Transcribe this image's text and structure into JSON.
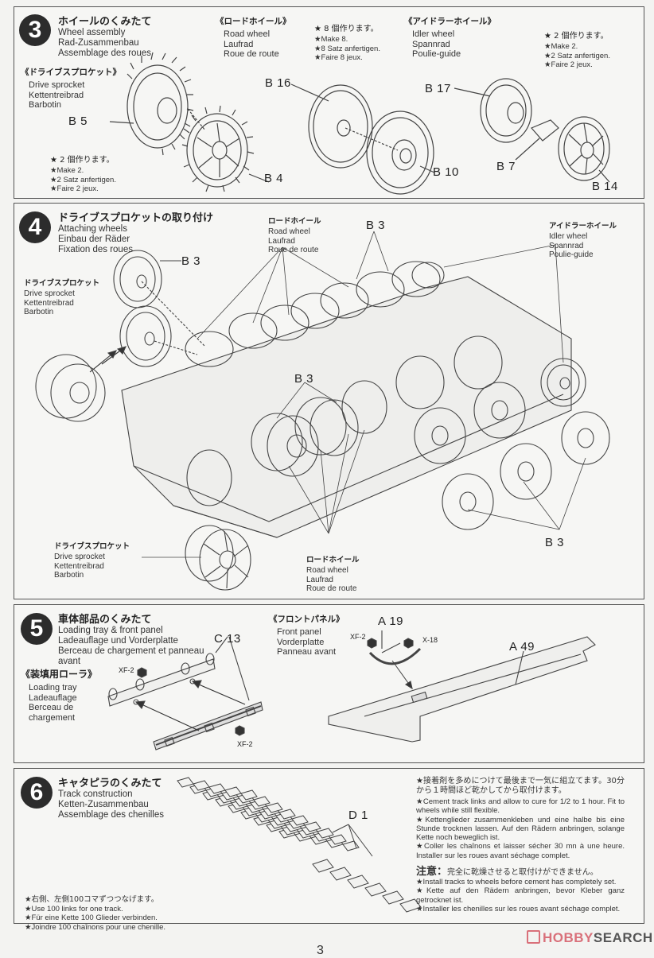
{
  "page_number": "3",
  "watermark": {
    "brand_a": "HOBBY",
    "brand_b": "SEARCH"
  },
  "steps": [
    {
      "number": "3",
      "title_jp": "ホイールのくみたて",
      "title_en": "Wheel assembly",
      "title_de": "Rad-Zusammenbau",
      "title_fr": "Assemblage des roues",
      "groups": {
        "drive_sprocket": {
          "jp": "《ドライブスプロケット》",
          "en": "Drive sprocket",
          "de": "Kettentreibrad",
          "fr": "Barbotin",
          "note_jp": "★ 2 個作ります。",
          "note_en": "★Make 2.",
          "note_de": "★2 Satz anfertigen.",
          "note_fr": "★Faire 2 jeux.",
          "parts": [
            "B 5",
            "B 4"
          ]
        },
        "road_wheel": {
          "jp": "《ロードホイール》",
          "en": "Road wheel",
          "de": "Laufrad",
          "fr": "Roue de route",
          "note_jp": "★ 8 個作ります。",
          "note_en": "★Make 8.",
          "note_de": "★8 Satz anfertigen.",
          "note_fr": "★Faire 8 jeux.",
          "parts": [
            "B 16",
            "B 10"
          ]
        },
        "idler_wheel": {
          "jp": "《アイドラーホイール》",
          "en": "Idler wheel",
          "de": "Spannrad",
          "fr": "Poulie-guide",
          "note_jp": "★ 2 個作ります。",
          "note_en": "★Make 2.",
          "note_de": "★2 Satz anfertigen.",
          "note_fr": "★Faire 2 jeux.",
          "parts": [
            "B 17",
            "B 7",
            "B 14"
          ]
        }
      }
    },
    {
      "number": "4",
      "title_jp": "ドライブスプロケットの取り付け",
      "title_en": "Attaching wheels",
      "title_de": "Einbau der Räder",
      "title_fr": "Fixation des roues",
      "labels": {
        "road_wheel_top": {
          "jp": "ロードホイール",
          "en": "Road wheel",
          "de": "Laufrad",
          "fr": "Roue de route"
        },
        "idler_wheel": {
          "jp": "アイドラーホイール",
          "en": "Idler wheel",
          "de": "Spannrad",
          "fr": "Poulie-guide"
        },
        "drive_sprocket_top": {
          "jp": "ドライブスプロケット",
          "en": "Drive sprocket",
          "de": "Kettentreibrad",
          "fr": "Barbotin"
        },
        "drive_sprocket_bottom": {
          "jp": "ドライブスプロケット",
          "en": "Drive sprocket",
          "de": "Kettentreibrad",
          "fr": "Barbotin"
        },
        "road_wheel_bottom": {
          "jp": "ロードホイール",
          "en": "Road wheel",
          "de": "Laufrad",
          "fr": "Roue de route"
        }
      },
      "parts": [
        "B 3",
        "B 3",
        "B 3",
        "B 3"
      ]
    },
    {
      "number": "5",
      "title_jp": "車体部品のくみたて",
      "title_en": "Loading tray & front panel",
      "title_de": "Ladeauflage und Vorderplatte",
      "title_fr": "Berceau de chargement et panneau avant",
      "groups": {
        "loading_tray": {
          "jp": "《装填用ローラ》",
          "en": "Loading tray",
          "de": "Ladeauflage",
          "fr": "Berceau de chargement"
        },
        "front_panel": {
          "jp": "《フロントパネル》",
          "en": "Front panel",
          "de": "Vorderplatte",
          "fr": "Panneau avant"
        }
      },
      "parts": {
        "c13": "C 13",
        "a19": "A 19",
        "a49": "A 49"
      },
      "paints": {
        "xf2_a": "XF-2",
        "xf2_b": "XF-2",
        "xf2_c": "XF-2",
        "x18": "X-18"
      }
    },
    {
      "number": "6",
      "title_jp": "キャタピラのくみたて",
      "title_en": "Track construction",
      "title_de": "Ketten-Zusammenbau",
      "title_fr": "Assemblage des chenilles",
      "parts": {
        "d1": "D 1"
      },
      "links_note": {
        "jp": "★右側、左側100コマずつつなげます。",
        "en": "★Use 100 links for one track.",
        "de": "★Für eine Kette 100 Glieder verbinden.",
        "fr": "★Joindre 100 chaînons pour une chenille."
      },
      "cement_note": {
        "jp": "★接着剤を多めにつけて最後まで一気に組立てます。30分から１時間ほど乾かしてから取付けます。",
        "en": "★Cement track links and allow to cure for 1/2 to 1 hour. Fit to wheels while still flexible.",
        "de": "★Kettenglieder zusammenkleben und eine halbe bis eine Stunde trocknen lassen. Auf den Rädern anbringen, solange Kette noch beweglich ist.",
        "fr": "★Coller les chaînons et laisser sécher 30 mn à une heure. Installer sur les roues avant séchage complet."
      },
      "caution": {
        "label": "注意：",
        "jp": "完全に乾燥させると取付けができません。",
        "en": "★Install tracks to wheels before cement has completely set.",
        "de": "★Kette auf den Rädern anbringen, bevor Kleber ganz getrocknet ist.",
        "fr": "★Installer les chenilles sur les roues avant séchage complet."
      }
    }
  ]
}
